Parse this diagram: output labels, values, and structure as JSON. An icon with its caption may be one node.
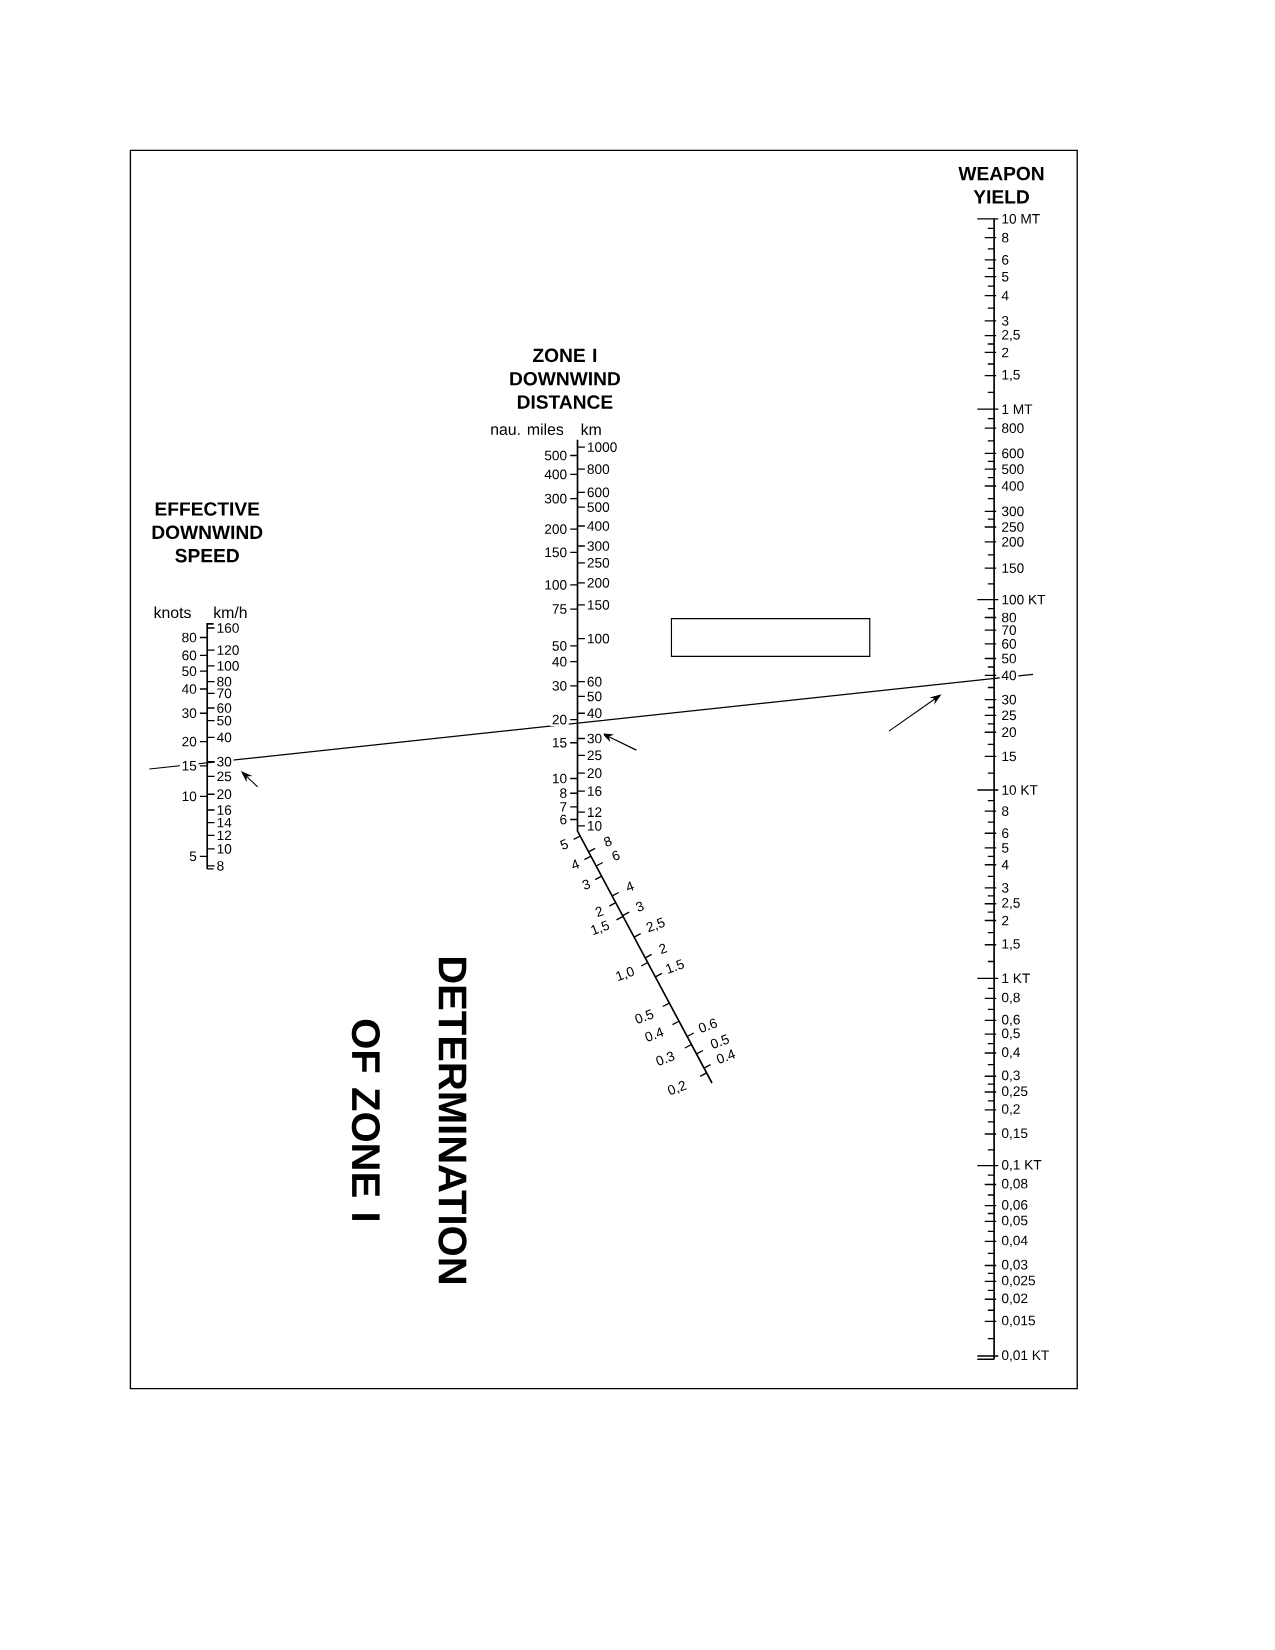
{
  "diagram": {
    "title": "DETERMINATION OF ZONE I",
    "nodes": [
      {
        "text": [],
        "shape": "box"
      }
    ],
    "labels": [
      "EFFECTIVE DOWNWIND SPEED",
      "knots",
      "km/h",
      "80",
      "60",
      "50",
      "40",
      "30",
      "20",
      "15",
      "10",
      "5",
      "160",
      "120",
      "100",
      "80",
      "70",
      "60",
      "50",
      "40",
      "30",
      "25",
      "20",
      "16",
      "14",
      "12",
      "10",
      "8",
      "ZONE I DOWNWIND DISTANCE",
      "nau. miles",
      "km",
      "500",
      "400",
      "300",
      "200",
      "150",
      "100",
      "75",
      "50",
      "40",
      "30",
      "20",
      "15",
      "10",
      "8",
      "7",
      "6",
      "1000",
      "800",
      "600",
      "500",
      "400",
      "300",
      "250",
      "200",
      "150",
      "100",
      "60",
      "50",
      "40",
      "30",
      "25",
      "20",
      "16",
      "12",
      "10",
      "5",
      "4",
      "3",
      "2",
      "1,5",
      "1,0",
      "0.5",
      "0.4",
      "0.3",
      "0,2",
      "8",
      "6",
      "4",
      "3",
      "2,5",
      "2",
      "1.5",
      "0.6",
      "0.5",
      "0.4",
      "WEAPON YIELD",
      "10 MT",
      "8",
      "6",
      "5",
      "4",
      "3",
      "2,5",
      "2",
      "1,5",
      "1 MT",
      "800",
      "600",
      "500",
      "400",
      "300",
      "250",
      "200",
      "150",
      "100 KT",
      "80",
      "70",
      "60",
      "50",
      "40",
      "30",
      "25",
      "20",
      "15",
      "10 KT",
      "8",
      "6",
      "5",
      "4",
      "3",
      "2,5",
      "2",
      "1,5",
      "1 KT",
      "0,8",
      "0,6",
      "0,5",
      "0,4",
      "0,3",
      "0,25",
      "0,2",
      "0,15",
      "0,1 KT",
      "0,08",
      "0,06",
      "0,05",
      "0,04",
      "0,03",
      "0,025",
      "0,02",
      "0,015",
      "0,01 KT"
    ]
  }
}
